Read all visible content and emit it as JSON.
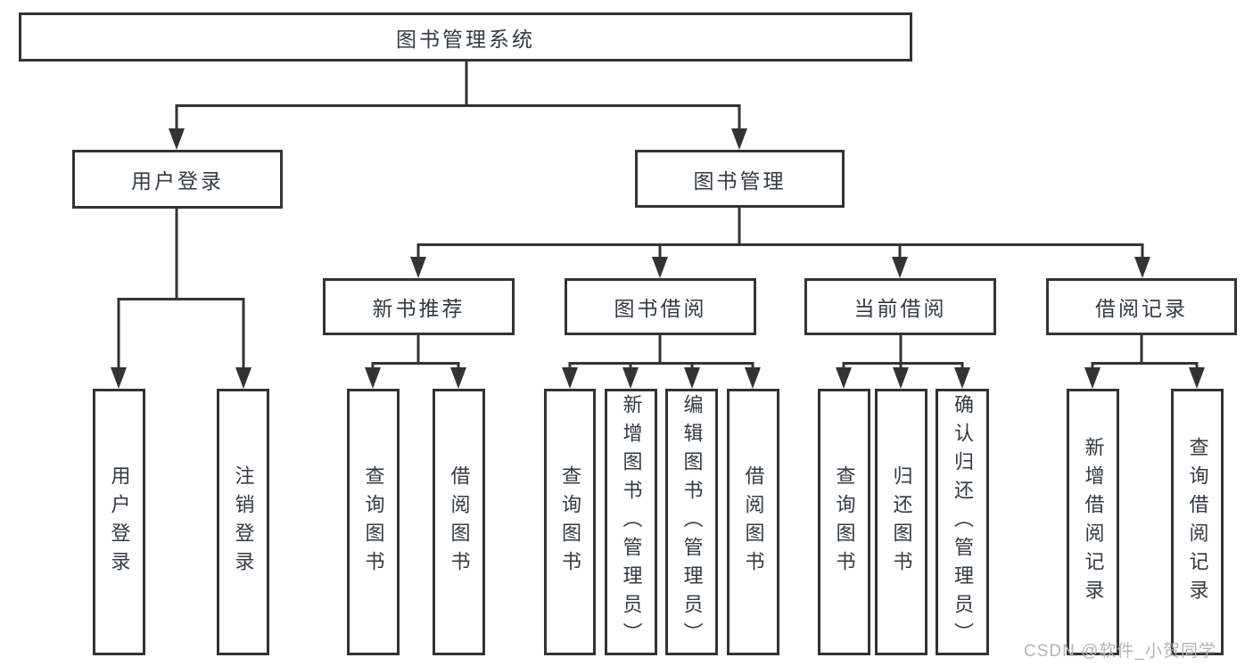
{
  "diagram": {
    "root_label": "图书管理系统",
    "level2": [
      {
        "label": "用户登录"
      },
      {
        "label": "图书管理"
      }
    ],
    "level3": [
      {
        "label": "新书推荐"
      },
      {
        "label": "图书借阅"
      },
      {
        "label": "当前借阅"
      },
      {
        "label": "借阅记录"
      }
    ],
    "leaves": [
      {
        "label": "用户登录"
      },
      {
        "label": "注销登录"
      },
      {
        "label": "查询图书"
      },
      {
        "label": "借阅图书"
      },
      {
        "label": "查询图书"
      },
      {
        "label": "新增图书（管理员）"
      },
      {
        "label": "编辑图书（管理员）"
      },
      {
        "label": "借阅图书"
      },
      {
        "label": "查询图书"
      },
      {
        "label": "归还图书"
      },
      {
        "label": "确认归还（管理员）"
      },
      {
        "label": "新增借阅记录"
      },
      {
        "label": "查询借阅记录"
      }
    ],
    "watermark": "CSDN @软件_小贺同学"
  },
  "colors": {
    "line": "#333333",
    "text": "#343a40",
    "watermark": "#b6b4ba",
    "background": "#ffffff"
  }
}
